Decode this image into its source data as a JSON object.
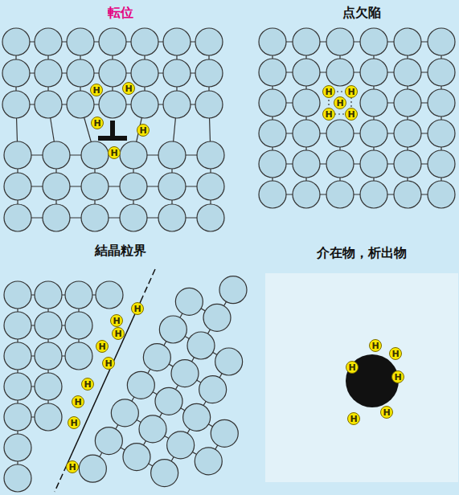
{
  "diagram": {
    "nodes": [
      {
        "text": [
          "H"
        ]
      },
      {
        "text": [
          "H"
        ]
      },
      {
        "text": [
          "H"
        ]
      },
      {
        "text": [
          "H"
        ]
      },
      {
        "text": [
          "H"
        ]
      },
      {
        "text": [
          "H"
        ]
      },
      {
        "text": [
          "H"
        ]
      },
      {
        "text": [
          "H"
        ]
      },
      {
        "text": [
          "H"
        ]
      },
      {
        "text": [
          "H"
        ]
      },
      {
        "text": [
          "H"
        ]
      },
      {
        "text": [
          "H"
        ]
      },
      {
        "text": [
          "H"
        ]
      },
      {
        "text": [
          "H"
        ]
      },
      {
        "text": [
          "H"
        ]
      },
      {
        "text": [
          "H"
        ]
      },
      {
        "text": [
          "H"
        ]
      },
      {
        "text": [
          "H"
        ]
      },
      {
        "text": [
          "H"
        ]
      },
      {
        "text": [
          "H"
        ]
      },
      {
        "text": [
          "H"
        ]
      },
      {
        "text": [
          "H"
        ]
      },
      {
        "text": [
          "H"
        ]
      },
      {
        "text": [
          "H"
        ]
      },
      {
        "text": [
          "H"
        ]
      }
    ],
    "labels": [
      "転位",
      "点欠陥",
      "結晶粒界",
      "介在物，析出物"
    ]
  }
}
